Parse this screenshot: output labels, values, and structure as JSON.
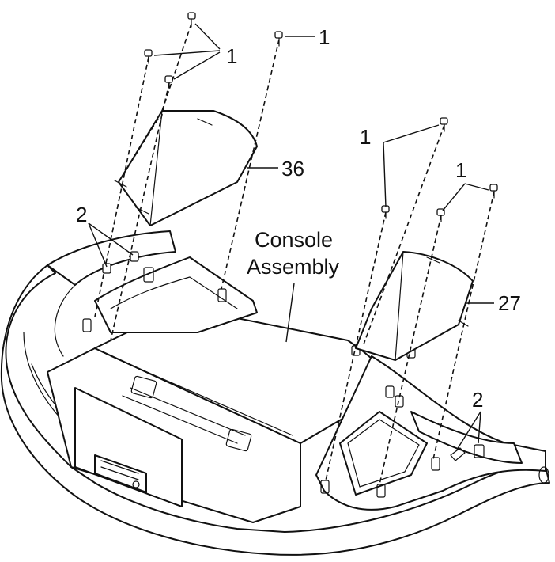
{
  "labels": {
    "screw_top_center": "1",
    "screw_top_left": "1",
    "screw_right_upper": "1",
    "screw_right_lower": "1",
    "cover_left": "36",
    "cover_right": "27",
    "clip_left": "2",
    "clip_right": "2",
    "console_line1": "Console",
    "console_line2": "Assembly"
  }
}
